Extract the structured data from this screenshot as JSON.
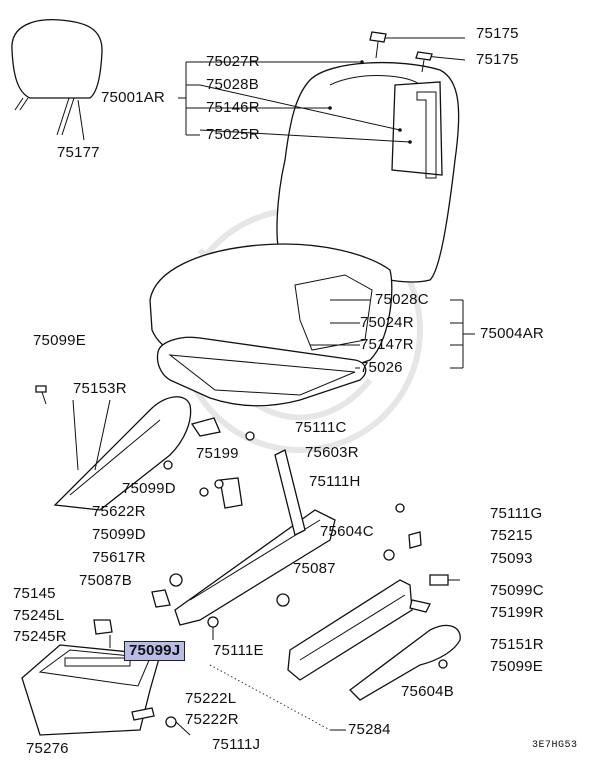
{
  "labels": {
    "p75175a": "75175",
    "p75175b": "75175",
    "p75027R": "75027R",
    "p75028B": "75028B",
    "p75146R": "75146R",
    "p75025R": "75025R",
    "p75001AR": "75001AR",
    "p75177": "75177",
    "p75028C": "75028C",
    "p75024R": "75024R",
    "p75004AR": "75004AR",
    "p75147R": "75147R",
    "p75026": "75026",
    "p75099E_top": "75099E",
    "p75153R": "75153R",
    "p75111C": "75111C",
    "p75199": "75199",
    "p75603R": "75603R",
    "p75099D_a": "75099D",
    "p75111H": "75111H",
    "p75622R": "75622R",
    "p75099D_b": "75099D",
    "p75604C": "75604C",
    "p75617R": "75617R",
    "p75111G": "75111G",
    "p75215": "75215",
    "p75093": "75093",
    "p75087": "75087",
    "p75087B": "75087B",
    "p75145": "75145",
    "p75099C": "75099C",
    "p75245L": "75245L",
    "p75245R": "75245R",
    "p75199R": "75199R",
    "p75151R": "75151R",
    "p75099J": "75099J",
    "p75111E": "75111E",
    "p75099E_bot": "75099E",
    "p75604B": "75604B",
    "p75222L": "75222L",
    "p75222R": "75222R",
    "p75284": "75284",
    "p75276": "75276",
    "p75111J": "75111J"
  },
  "diagram_code": "3E7HG53",
  "highlight_color": "#b9bde6"
}
